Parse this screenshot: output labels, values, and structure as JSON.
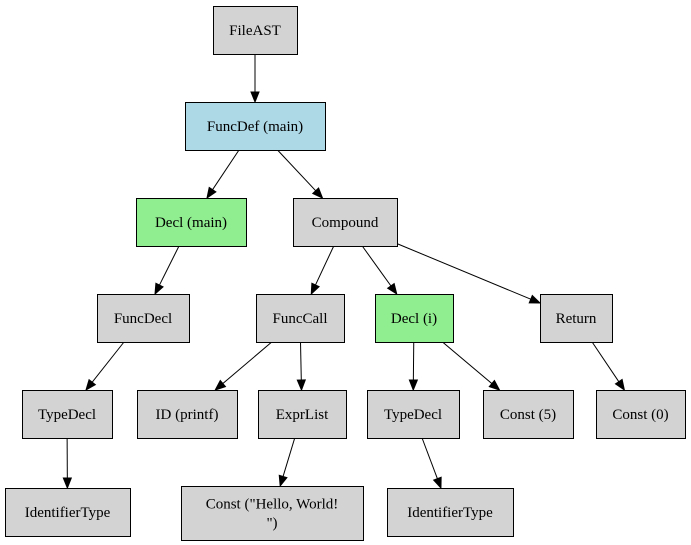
{
  "colors": {
    "root": "#add8e6",
    "decl": "#90ee90",
    "default": "#d3d3d3",
    "stroke": "#000000"
  },
  "nodes": [
    {
      "id": "fileast",
      "lines": [
        "FileAST"
      ],
      "kind": "default"
    },
    {
      "id": "funcdef",
      "lines": [
        "FuncDef (main)"
      ],
      "kind": "root"
    },
    {
      "id": "decl_main",
      "lines": [
        "Decl (main)"
      ],
      "kind": "decl"
    },
    {
      "id": "compound",
      "lines": [
        "Compound"
      ],
      "kind": "default"
    },
    {
      "id": "funcdecl",
      "lines": [
        "FuncDecl"
      ],
      "kind": "default"
    },
    {
      "id": "funccall",
      "lines": [
        "FuncCall"
      ],
      "kind": "default"
    },
    {
      "id": "decl_i",
      "lines": [
        "Decl (i)"
      ],
      "kind": "decl"
    },
    {
      "id": "return",
      "lines": [
        "Return"
      ],
      "kind": "default"
    },
    {
      "id": "typedecl1",
      "lines": [
        "TypeDecl"
      ],
      "kind": "default"
    },
    {
      "id": "id_printf",
      "lines": [
        "ID (printf)"
      ],
      "kind": "default"
    },
    {
      "id": "exprlist",
      "lines": [
        "ExprList"
      ],
      "kind": "default"
    },
    {
      "id": "typedecl2",
      "lines": [
        "TypeDecl"
      ],
      "kind": "default"
    },
    {
      "id": "const5",
      "lines": [
        "Const (5)"
      ],
      "kind": "default"
    },
    {
      "id": "const0",
      "lines": [
        "Const (0)"
      ],
      "kind": "default"
    },
    {
      "id": "identtype1",
      "lines": [
        "IdentifierType"
      ],
      "kind": "default"
    },
    {
      "id": "const_hello",
      "lines": [
        "Const (\"Hello, World!",
        "\")"
      ],
      "kind": "default"
    },
    {
      "id": "identtype2",
      "lines": [
        "IdentifierType"
      ],
      "kind": "default"
    }
  ],
  "edges": [
    {
      "from": "fileast",
      "to": "funcdef"
    },
    {
      "from": "funcdef",
      "to": "decl_main"
    },
    {
      "from": "funcdef",
      "to": "compound"
    },
    {
      "from": "decl_main",
      "to": "funcdecl"
    },
    {
      "from": "compound",
      "to": "funccall"
    },
    {
      "from": "compound",
      "to": "decl_i"
    },
    {
      "from": "compound",
      "to": "return"
    },
    {
      "from": "funcdecl",
      "to": "typedecl1"
    },
    {
      "from": "funccall",
      "to": "id_printf"
    },
    {
      "from": "funccall",
      "to": "exprlist"
    },
    {
      "from": "decl_i",
      "to": "typedecl2"
    },
    {
      "from": "decl_i",
      "to": "const5"
    },
    {
      "from": "return",
      "to": "const0"
    },
    {
      "from": "typedecl1",
      "to": "identtype1"
    },
    {
      "from": "exprlist",
      "to": "const_hello"
    },
    {
      "from": "typedecl2",
      "to": "identtype2"
    }
  ]
}
